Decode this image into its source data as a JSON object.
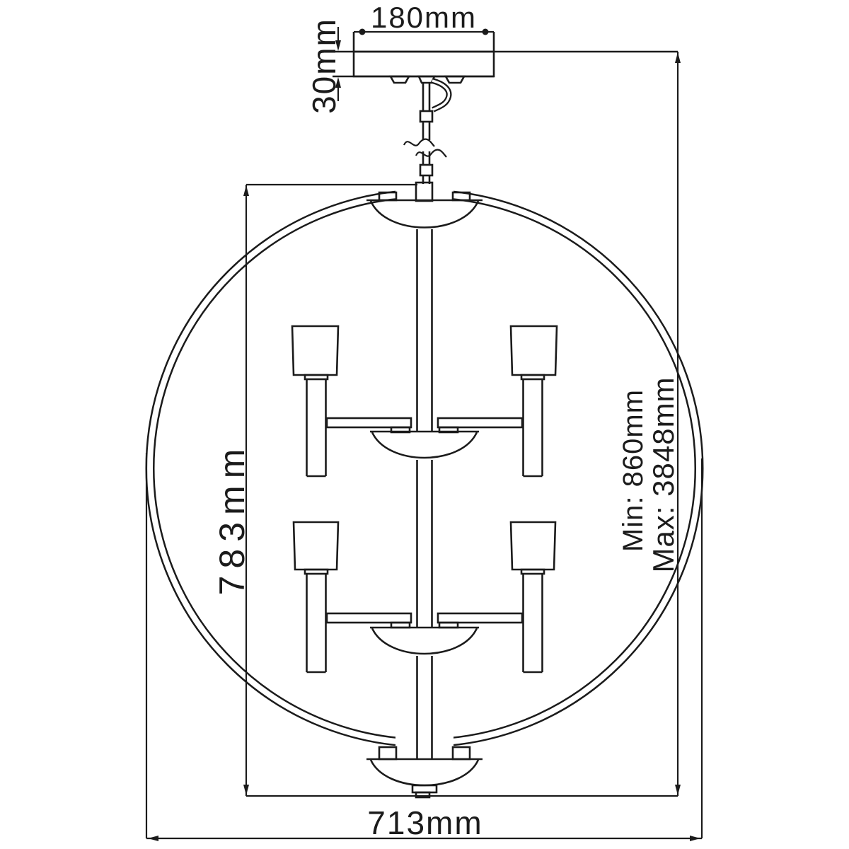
{
  "drawing": {
    "kind": "chandelier-dimension-diagram",
    "colors": {
      "line": "#1b1b1b",
      "background": "#ffffff"
    },
    "labels": {
      "canopy_width": "180mm",
      "canopy_depth": "30mm",
      "body_height": "783mm",
      "overall_width": "713mm",
      "drop_min": "Min: 860mm",
      "drop_max": "Max: 3848mm"
    }
  }
}
